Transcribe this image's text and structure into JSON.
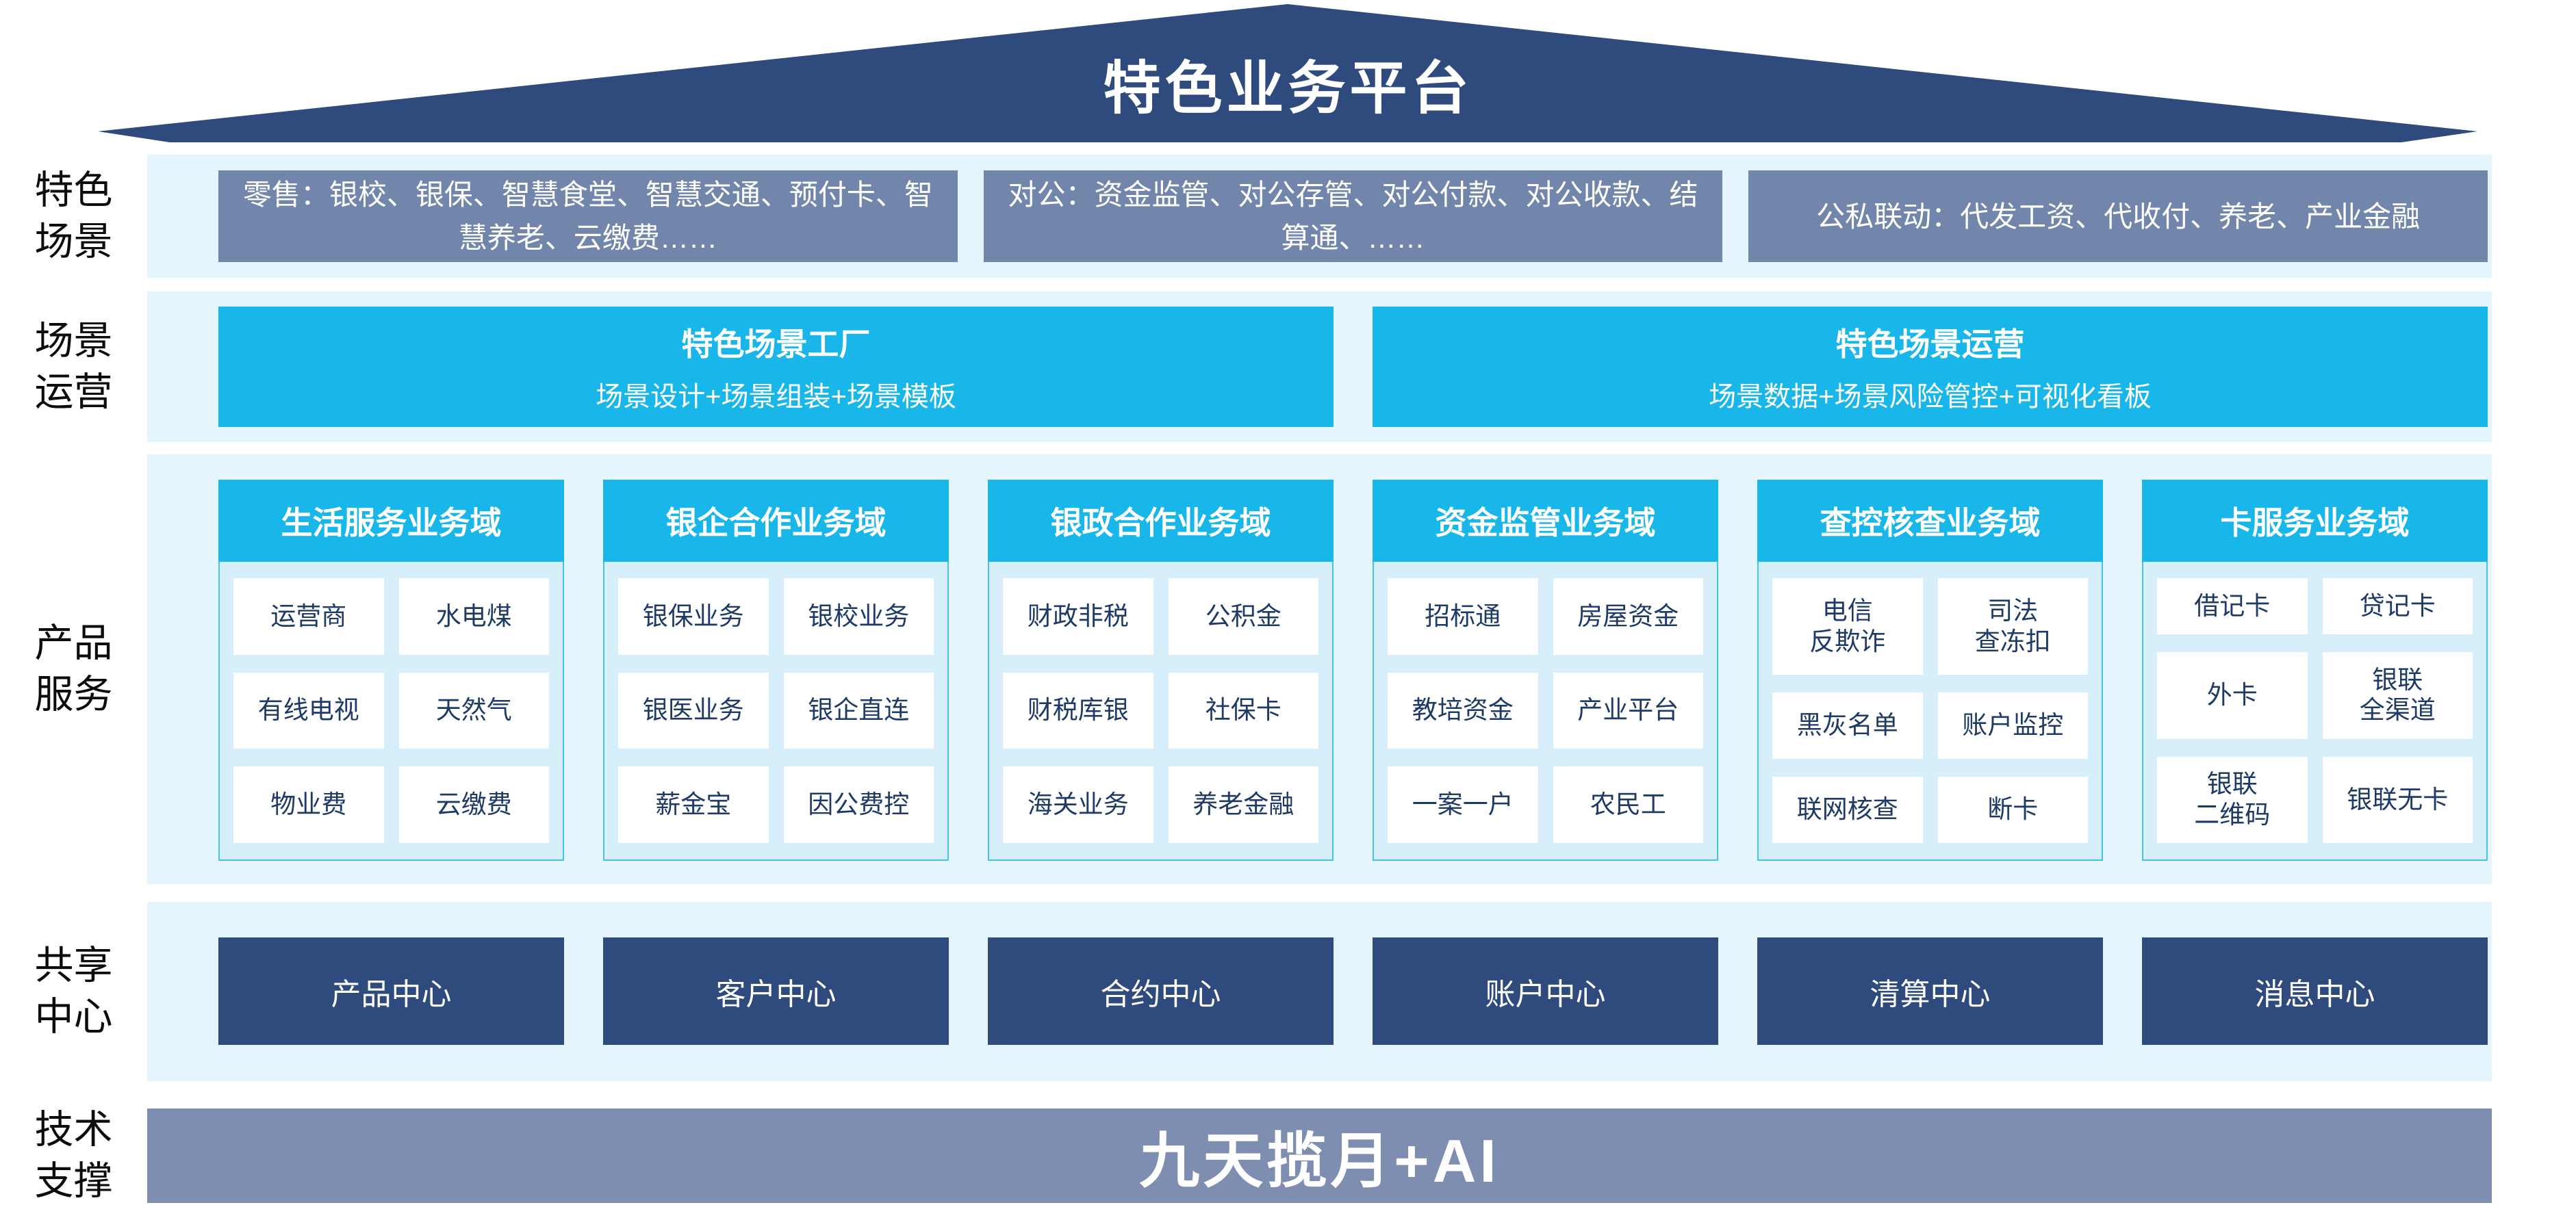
{
  "platform": {
    "title": "特色业务平台"
  },
  "colors": {
    "navy": "#2F4A7C",
    "slate": "#7285AA",
    "slate_light": "#7E8EB1",
    "cyan": "#19B7E9",
    "band_bg": "#E4F5FD",
    "panel_bg": "#D7EFFA",
    "cell_text": "#1E3A66"
  },
  "scenes_row": {
    "label": "特色\n场景",
    "boxes": [
      "零售：银校、银保、智慧食堂、智慧交通、预付卡、智慧养老、云缴费……",
      "对公：资金监管、对公存管、对公付款、对公收款、结算通、……",
      "公私联动：代发工资、代收付、养老、产业金融"
    ]
  },
  "operation_row": {
    "label": "场景\n运营",
    "boxes": [
      {
        "title": "特色场景工厂",
        "subtitle": "场景设计+场景组装+场景模板"
      },
      {
        "title": "特色场景运营",
        "subtitle": "场景数据+场景风险管控+可视化看板"
      }
    ]
  },
  "products_row": {
    "label": "产品\n服务",
    "columns": [
      {
        "header": "生活服务业务域",
        "cells": [
          "运营商",
          "水电煤",
          "有线电视",
          "天然气",
          "物业费",
          "云缴费"
        ]
      },
      {
        "header": "银企合作业务域",
        "cells": [
          "银保业务",
          "银校业务",
          "银医业务",
          "银企直连",
          "薪金宝",
          "因公费控"
        ]
      },
      {
        "header": "银政合作业务域",
        "cells": [
          "财政非税",
          "公积金",
          "财税库银",
          "社保卡",
          "海关业务",
          "养老金融"
        ]
      },
      {
        "header": "资金监管业务域",
        "cells": [
          "招标通",
          "房屋资金",
          "教培资金",
          "产业平台",
          "一案一户",
          "农民工"
        ]
      },
      {
        "header": "查控核查业务域",
        "cells": [
          "电信\n反欺诈",
          "司法\n查冻扣",
          "黑灰名单",
          "账户监控",
          "联网核查",
          "断卡"
        ]
      },
      {
        "header": "卡服务业务域",
        "cells": [
          "借记卡",
          "贷记卡",
          "外卡",
          "银联\n全渠道",
          "银联\n二维码",
          "银联无卡"
        ]
      }
    ]
  },
  "shared_row": {
    "label": "共享\n中心",
    "centers": [
      "产品中心",
      "客户中心",
      "合约中心",
      "账户中心",
      "清算中心",
      "消息中心"
    ]
  },
  "tech_row": {
    "label": "技术\n支撑",
    "bar": "九天揽月+AI"
  }
}
